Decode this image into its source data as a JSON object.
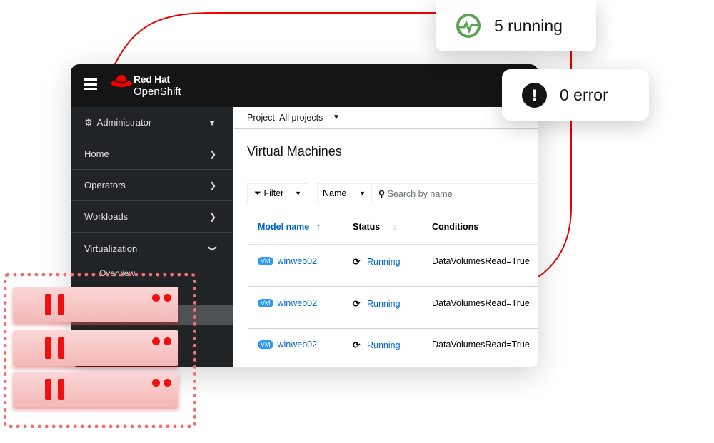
{
  "header": {
    "brand_line1": "Red Hat",
    "brand_line2": "OpenShift"
  },
  "sidebar": {
    "perspective": "Administrator",
    "items": [
      {
        "label": "Home"
      },
      {
        "label": "Operators"
      },
      {
        "label": "Workloads"
      },
      {
        "label": "Virtualization"
      }
    ],
    "subitems": [
      {
        "label": "Overview"
      }
    ]
  },
  "main": {
    "project": "Project: All projects",
    "title": "Virtual Machines",
    "toolbar": {
      "filter": "Filter",
      "attribute": "Name",
      "search_placeholder": "Search by name"
    },
    "table": {
      "headers": [
        "Model name",
        "Status",
        "Conditions"
      ],
      "rows": [
        {
          "badge": "VM",
          "name": "winweb02",
          "status": "Running",
          "conditions": "DataVolumesRead=True"
        },
        {
          "badge": "VM",
          "name": "winweb02",
          "status": "Running",
          "conditions": "DataVolumesRead=True"
        },
        {
          "badge": "VM",
          "name": "winweb02",
          "status": "Running",
          "conditions": "DataVolumesRead=True"
        }
      ]
    }
  },
  "cards": {
    "running": "5 running",
    "error": "0 error"
  },
  "colors": {
    "accent": "#ee0000",
    "link": "#0066cc",
    "running_icon": "#5ba352"
  }
}
